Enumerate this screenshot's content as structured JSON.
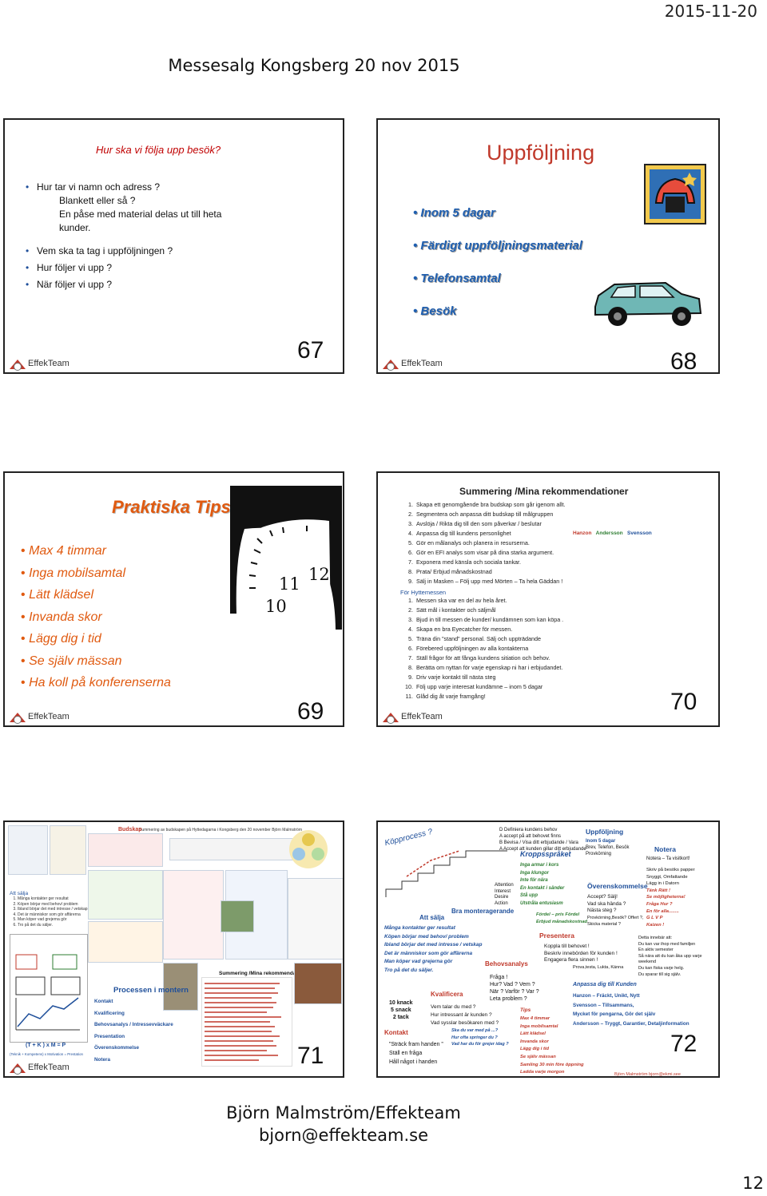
{
  "header": {
    "date": "2015-11-20",
    "title": "Messesalg   Kongsberg  20 nov 2015"
  },
  "logo_text": "EffekTeam",
  "slide67": {
    "number": "67",
    "heading": "Hur ska vi följa upp besök?",
    "q1": "Hur tar vi namn och adress ?",
    "q1_sub1": "Blankett eller så ?",
    "q1_sub2": "En påse med material delas ut till heta kunder.",
    "q2": "Vem ska ta tag i uppföljningen ?",
    "q3": "Hur följer vi upp ?",
    "q4": "När följer vi upp ?"
  },
  "slide68": {
    "number": "68",
    "title": "Uppföljning",
    "items": [
      "Inom 5 dagar",
      "Färdigt uppföljningsmaterial",
      "Telefonsamtal",
      "Besök"
    ]
  },
  "slide69": {
    "number": "69",
    "title": "Praktiska Tips",
    "items": [
      "Max 4 timmar",
      "Inga mobilsamtal",
      "Lätt klädsel",
      "Invanda skor",
      "Lägg dig i tid",
      "Se själv mässan",
      "Ha koll på konferenserna"
    ],
    "clock_numbers": [
      "10",
      "11",
      "12"
    ]
  },
  "slide70": {
    "number": "70",
    "title": "Summering /Mina rekommendationer",
    "list1": [
      "Skapa ett genomgående bra budskap som går igenom allt.",
      "Segmentera och anpassa ditt budskap till målgruppen",
      "Avslöja / Rikta dig till den som påverkar / beslutar",
      "Anpassa dig till kundens personlighet",
      "Gör en målanalys och planera in resurserna.",
      "Gör en EFI analys som visar på dina starka argument.",
      "Exponera med känsla och sociala tankar.",
      "Prata/ Erbjud månadskostnad",
      "Sälj in Masken – Följ upp med Mörten – Ta hela Gäddan !"
    ],
    "names": [
      "Hanzon",
      "Andersson",
      "Svensson"
    ],
    "subheading": "För Hyttemessen",
    "list2": [
      "Messen ska var en del av hela året.",
      "Sätt mål i kontakter och säljmål",
      "Bjud in till messen de kunder/ kundämnen som kan köpa .",
      "Skapa en bra Eyecatcher för messen.",
      "Träna din ”stand” personal.  Sälj och uppträdande",
      "Förebered uppföljningen av alla kontakterna",
      "Ställ frågor för att fånga kundens sitiation och behov.",
      "Berätta om nyttan för varje egenskap ni har i erbjudandet.",
      "Driv varje kontakt till nästa steg",
      "Följ upp varje interesat kundämne – inom 5 dagar",
      "Glåd dig åt varje framgång!"
    ]
  },
  "slide71": {
    "number": "71",
    "top_caption": "Summering av budskapen på Hyttedagarna i Kongsberg den 20 november Björn Malmström",
    "att_salja": "Att sälja",
    "att_items": [
      "Många kontakter ger resultat",
      "Köpen börjar med behov/ problem",
      "Ibland börjar det med intresse / vetskap",
      "Det är människor som gör affärerna",
      "Man köper vad grejerna gör",
      "Tro på det du säljer."
    ],
    "formula": "(T + K ) x M = P",
    "formula_sub": "(Teknik + Kompetens) x Motivation = Prestation",
    "budskap": "Budskap",
    "processen": "Processen i montern",
    "process_items": [
      "Kontakt",
      "Kvalificering",
      "Behovsanalys / Intressevväckare",
      "Presentation",
      "Överenskommelse",
      "Notera"
    ],
    "summering": "Summering /Mina rekommendationer"
  },
  "slide72": {
    "number": "72",
    "kopprocess": "Köpprocess ?",
    "dida": [
      "D  Definiera kundens behov",
      "A  accept på att behovet finns",
      "B  Bevisa / Visa ditt erbjudande / Vara",
      "A  Accept att kunden gillar ditt erbjudande"
    ],
    "uppfoljning": "Uppföljning",
    "upp_items": [
      "Inom 5 dagar",
      "Brev, Telefon, Besök",
      "Provkörning"
    ],
    "kroppssprak": "Kroppsspråket",
    "kropp_items": [
      "Inga armar i kors",
      "Inga klungor",
      "Inte för nära",
      "En kontakt i sänder",
      "Stå upp",
      "Utstråla entusiasm"
    ],
    "aida": [
      "Attention",
      "Interest",
      "Desire",
      "Action"
    ],
    "monterag": "Bra monteragerande",
    "att_salja": "Att sälja",
    "att_items": [
      "Många kontakter ger resultat",
      "Köpen börjar med behov/ problem",
      "Ibland börjar det med intresse / vetskap",
      "Det är människor som gör affärerna",
      "Man köper vad grejerna gör",
      "Tro på det du säljer."
    ],
    "notera": "Notera",
    "notera_sub": "Notera – Ta visitkort!",
    "overens": "Överenskommelse",
    "overens_items": [
      "Accept?  Sälj!",
      "Vad ska hända ?",
      "Nästa steg ?",
      "Provkörning,Besök? Offert ?,",
      "Skicka material ?"
    ],
    "presentera": "Presentera",
    "pres_items": [
      "Koppla till behovet !",
      "Beskriv innebörden för kunden !",
      "Engagera flera sinnen !",
      "Prova,testa, Lukta, Känna"
    ],
    "behovsanalys": "Behovsanalys",
    "fragor": [
      "Fråga !",
      "Hur?  Vad ?  Vem ?",
      "När ?  Varför ? Var ?",
      "Leta problem ?"
    ],
    "kvalificera": "Kvalificera",
    "kval_items": [
      "Vem talar du med ?",
      "Hur intressant är kunden ?",
      "Vad sysslar besökaren med ?"
    ],
    "knack": [
      "10 knack",
      "5 snack",
      "2 tack"
    ],
    "kontakt": "Kontakt",
    "kontakt_items": [
      "”Sträck fram handen ”",
      "Ställ en fråga",
      "Håll något i handen"
    ],
    "tips_title": "Tips",
    "tips": [
      "Max 4 timmar",
      "Inga mobilsamtal",
      "Lätt klädsel",
      "Invanda skor",
      "Lägg dig i tid",
      "Se själv mässan",
      "Samling 30 min före öppning",
      "Ladda varje morgon"
    ],
    "anpassa": "Anpassa dig till Kunden",
    "persons": [
      "Hanzon      – Fräckt, Unikt, Nytt",
      "Svensson  – Tillsammans,",
      "Mycket för pengarna,        Gör det själv",
      "Andersson  – Tryggt, Garantier, Detaljinformation"
    ],
    "right_items": [
      "Skriv på besöks papper",
      "Snyggt, Omfattande",
      "Lägg in i Datorn",
      "Tänk Rätt !",
      "Se möjligheterna!",
      "Fråga Hur ?",
      "En för alla........",
      "G L V P",
      "Kaizen !"
    ],
    "detta": [
      "Detta innebär att:",
      "Du kan var ihop med familjen",
      "En aktiv semester",
      "Så nära att du kan åka upp varje weekend",
      "Du kan fiska varje helg.",
      "Du sparar till sig själv."
    ],
    "fordel": [
      "Fördel – pris Fördel",
      "Erbjud månadskostnad"
    ],
    "footer": "Björn Malmström    bjorn@ekmi.see",
    "dialog": [
      "Ska du var med på ...?",
      "Hur ofta springer du ?",
      "Vad har du för grejer idag ?"
    ]
  },
  "footer": {
    "name": "Björn Malmström/Effekteam",
    "email": "bjorn@effekteam.se",
    "page": "12"
  }
}
